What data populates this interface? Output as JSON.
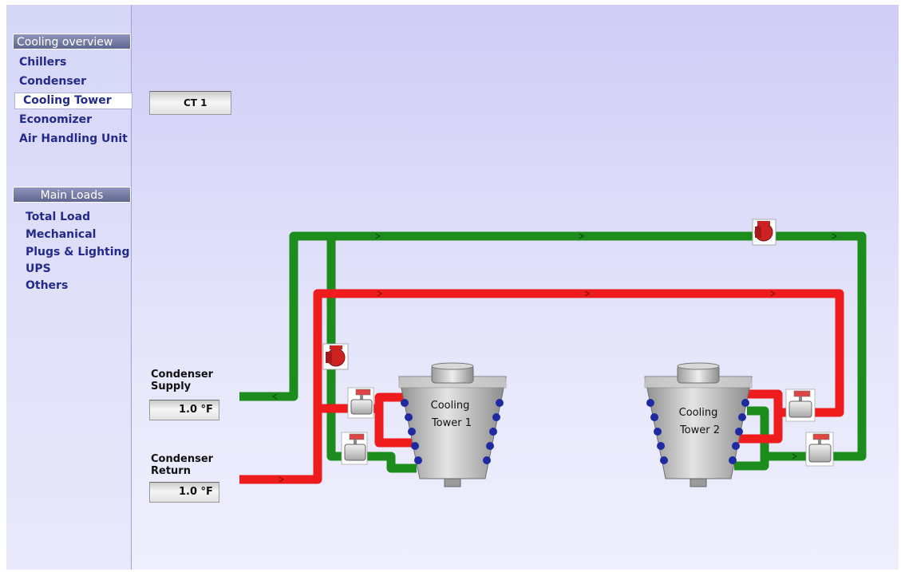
{
  "sidebar": {
    "overview_header": "Cooling overview",
    "nav_items": [
      {
        "label": "Chillers",
        "active": false
      },
      {
        "label": "Condenser",
        "active": false
      },
      {
        "label": "Cooling Tower",
        "active": true
      },
      {
        "label": "Economizer",
        "active": false
      },
      {
        "label": "Air Handling Unit",
        "active": false
      }
    ],
    "loads_header": "Main Loads",
    "load_items": [
      "Total Load",
      "Mechanical",
      "Plugs & Lighting",
      "UPS",
      "Others"
    ]
  },
  "tower_selector": {
    "label": "CT 1"
  },
  "condenser_supply": {
    "label_line1": "Condenser",
    "label_line2": "Supply",
    "value": "1.0 °F"
  },
  "condenser_return": {
    "label_line1": "Condenser",
    "label_line2": "Return",
    "value": "1.0 °F"
  },
  "towers": [
    {
      "label_line1": "Cooling",
      "label_line2": "Tower 1"
    },
    {
      "label_line1": "Cooling",
      "label_line2": "Tower 2"
    }
  ],
  "colors": {
    "supply_pipe": "#1c8c1c",
    "return_pipe": "#ee1c1c",
    "pump": "#cc2222",
    "nav_text": "#232a8a",
    "header_bg": "#6a7399",
    "tower_body": "#bdbdbd"
  }
}
